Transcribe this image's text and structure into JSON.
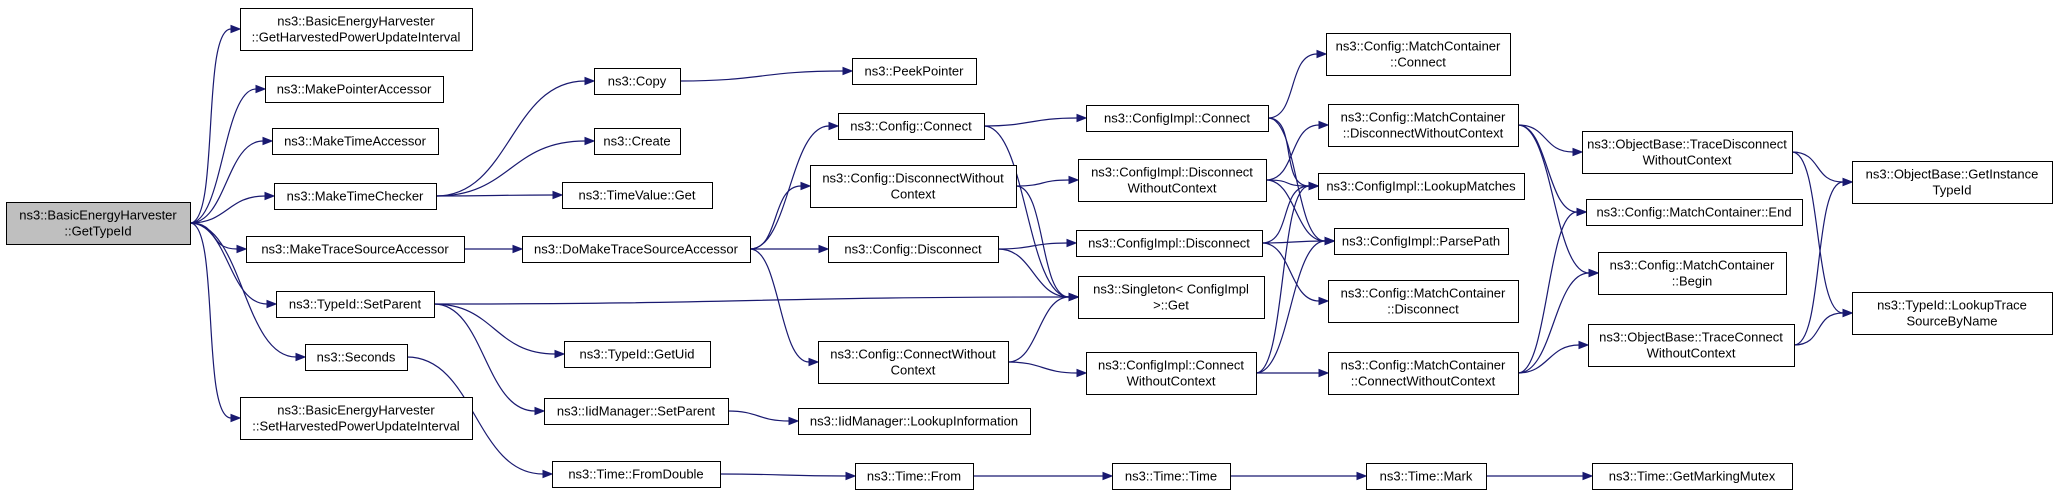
{
  "colors": {
    "edge": "#191970",
    "node_fill": "#ffffff",
    "root_fill": "#bfbfbf",
    "border": "#000000"
  },
  "nodes": [
    {
      "id": "root",
      "lines": [
        "ns3::BasicEnergyHarvester",
        "::GetTypeId"
      ],
      "root": true
    },
    {
      "id": "getHarvestedInterval",
      "lines": [
        "ns3::BasicEnergyHarvester",
        "::GetHarvestedPowerUpdateInterval"
      ]
    },
    {
      "id": "makePointerAccessor",
      "lines": [
        "ns3::MakePointerAccessor"
      ]
    },
    {
      "id": "makeTimeAccessor",
      "lines": [
        "ns3::MakeTimeAccessor"
      ]
    },
    {
      "id": "makeTimeChecker",
      "lines": [
        "ns3::MakeTimeChecker"
      ]
    },
    {
      "id": "makeTraceSourceAccessor",
      "lines": [
        "ns3::MakeTraceSourceAccessor"
      ]
    },
    {
      "id": "typeIdSetParent",
      "lines": [
        "ns3::TypeId::SetParent"
      ]
    },
    {
      "id": "seconds",
      "lines": [
        "ns3::Seconds"
      ]
    },
    {
      "id": "setHarvestedInterval",
      "lines": [
        "ns3::BasicEnergyHarvester",
        "::SetHarvestedPowerUpdateInterval"
      ]
    },
    {
      "id": "copy",
      "lines": [
        "ns3::Copy"
      ]
    },
    {
      "id": "create",
      "lines": [
        "ns3::Create"
      ]
    },
    {
      "id": "timeValueGet",
      "lines": [
        "ns3::TimeValue::Get"
      ]
    },
    {
      "id": "doMakeTraceSourceAccessor",
      "lines": [
        "ns3::DoMakeTraceSourceAccessor"
      ]
    },
    {
      "id": "typeIdGetUid",
      "lines": [
        "ns3::TypeId::GetUid"
      ]
    },
    {
      "id": "iidManagerSetParent",
      "lines": [
        "ns3::IidManager::SetParent"
      ]
    },
    {
      "id": "timeFromDouble",
      "lines": [
        "ns3::Time::FromDouble"
      ]
    },
    {
      "id": "peekPointer",
      "lines": [
        "ns3::PeekPointer"
      ]
    },
    {
      "id": "configConnect",
      "lines": [
        "ns3::Config::Connect"
      ]
    },
    {
      "id": "configDisconnectWithoutContext",
      "lines": [
        "ns3::Config::DisconnectWithout",
        "Context"
      ]
    },
    {
      "id": "configDisconnect",
      "lines": [
        "ns3::Config::Disconnect"
      ]
    },
    {
      "id": "configConnectWithoutContext",
      "lines": [
        "ns3::Config::ConnectWithout",
        "Context"
      ]
    },
    {
      "id": "iidManagerLookupInformation",
      "lines": [
        "ns3::IidManager::LookupInformation"
      ]
    },
    {
      "id": "timeFrom",
      "lines": [
        "ns3::Time::From"
      ]
    },
    {
      "id": "implConnect",
      "lines": [
        "ns3::ConfigImpl::Connect"
      ]
    },
    {
      "id": "implDisconnectWithoutContext",
      "lines": [
        "ns3::ConfigImpl::Disconnect",
        "WithoutContext"
      ]
    },
    {
      "id": "implDisconnect",
      "lines": [
        "ns3::ConfigImpl::Disconnect"
      ]
    },
    {
      "id": "singletonGet",
      "lines": [
        "ns3::Singleton< ConfigImpl",
        " >::Get"
      ]
    },
    {
      "id": "implConnectWithoutContext",
      "lines": [
        "ns3::ConfigImpl::Connect",
        "WithoutContext"
      ]
    },
    {
      "id": "timeTime",
      "lines": [
        "ns3::Time::Time"
      ]
    },
    {
      "id": "mcConnect",
      "lines": [
        "ns3::Config::MatchContainer",
        "::Connect"
      ]
    },
    {
      "id": "mcDisconnectWithoutContext",
      "lines": [
        "ns3::Config::MatchContainer",
        "::DisconnectWithoutContext"
      ]
    },
    {
      "id": "implLookupMatches",
      "lines": [
        "ns3::ConfigImpl::LookupMatches"
      ]
    },
    {
      "id": "implParsePath",
      "lines": [
        "ns3::ConfigImpl::ParsePath"
      ]
    },
    {
      "id": "mcDisconnect",
      "lines": [
        "ns3::Config::MatchContainer",
        "::Disconnect"
      ]
    },
    {
      "id": "mcConnectWithoutContext",
      "lines": [
        "ns3::Config::MatchContainer",
        "::ConnectWithoutContext"
      ]
    },
    {
      "id": "timeMark",
      "lines": [
        "ns3::Time::Mark"
      ]
    },
    {
      "id": "obTraceDisconnectWithoutContext",
      "lines": [
        "ns3::ObjectBase::TraceDisconnect",
        "WithoutContext"
      ]
    },
    {
      "id": "mcEnd",
      "lines": [
        "ns3::Config::MatchContainer::End"
      ]
    },
    {
      "id": "mcBegin",
      "lines": [
        "ns3::Config::MatchContainer",
        "::Begin"
      ]
    },
    {
      "id": "obTraceConnectWithoutContext",
      "lines": [
        "ns3::ObjectBase::TraceConnect",
        "WithoutContext"
      ]
    },
    {
      "id": "timeGetMarkingMutex",
      "lines": [
        "ns3::Time::GetMarkingMutex"
      ]
    },
    {
      "id": "obGetInstanceTypeId",
      "lines": [
        "ns3::ObjectBase::GetInstance",
        "TypeId"
      ]
    },
    {
      "id": "typeIdLookupTraceSourceByName",
      "lines": [
        "ns3::TypeId::LookupTrace",
        "SourceByName"
      ]
    }
  ],
  "edges": [
    [
      "root",
      "getHarvestedInterval"
    ],
    [
      "root",
      "makePointerAccessor"
    ],
    [
      "root",
      "makeTimeAccessor"
    ],
    [
      "root",
      "makeTimeChecker"
    ],
    [
      "root",
      "makeTraceSourceAccessor"
    ],
    [
      "root",
      "typeIdSetParent"
    ],
    [
      "root",
      "seconds"
    ],
    [
      "root",
      "setHarvestedInterval"
    ],
    [
      "makeTimeChecker",
      "copy"
    ],
    [
      "makeTimeChecker",
      "create"
    ],
    [
      "makeTimeChecker",
      "timeValueGet"
    ],
    [
      "copy",
      "peekPointer"
    ],
    [
      "makeTraceSourceAccessor",
      "doMakeTraceSourceAccessor"
    ],
    [
      "doMakeTraceSourceAccessor",
      "configConnect"
    ],
    [
      "doMakeTraceSourceAccessor",
      "configDisconnectWithoutContext"
    ],
    [
      "doMakeTraceSourceAccessor",
      "configDisconnect"
    ],
    [
      "doMakeTraceSourceAccessor",
      "configConnectWithoutContext"
    ],
    [
      "typeIdSetParent",
      "singletonGet"
    ],
    [
      "typeIdSetParent",
      "typeIdGetUid"
    ],
    [
      "typeIdSetParent",
      "iidManagerSetParent"
    ],
    [
      "seconds",
      "timeFromDouble"
    ],
    [
      "iidManagerSetParent",
      "iidManagerLookupInformation"
    ],
    [
      "timeFromDouble",
      "timeFrom"
    ],
    [
      "timeFrom",
      "timeTime"
    ],
    [
      "timeTime",
      "timeMark"
    ],
    [
      "timeMark",
      "timeGetMarkingMutex"
    ],
    [
      "configConnect",
      "implConnect"
    ],
    [
      "configConnect",
      "singletonGet"
    ],
    [
      "configDisconnectWithoutContext",
      "implDisconnectWithoutContext"
    ],
    [
      "configDisconnectWithoutContext",
      "singletonGet"
    ],
    [
      "configDisconnect",
      "implDisconnect"
    ],
    [
      "configDisconnect",
      "singletonGet"
    ],
    [
      "configConnectWithoutContext",
      "implConnectWithoutContext"
    ],
    [
      "configConnectWithoutContext",
      "singletonGet"
    ],
    [
      "implConnect",
      "mcConnect"
    ],
    [
      "implConnect",
      "implLookupMatches"
    ],
    [
      "implConnect",
      "implParsePath"
    ],
    [
      "implDisconnectWithoutContext",
      "mcDisconnectWithoutContext"
    ],
    [
      "implDisconnectWithoutContext",
      "implLookupMatches"
    ],
    [
      "implDisconnectWithoutContext",
      "implParsePath"
    ],
    [
      "implDisconnect",
      "implLookupMatches"
    ],
    [
      "implDisconnect",
      "implParsePath"
    ],
    [
      "implDisconnect",
      "mcDisconnect"
    ],
    [
      "implConnectWithoutContext",
      "implLookupMatches"
    ],
    [
      "implConnectWithoutContext",
      "implParsePath"
    ],
    [
      "implConnectWithoutContext",
      "mcConnectWithoutContext"
    ],
    [
      "mcDisconnectWithoutContext",
      "obTraceDisconnectWithoutContext"
    ],
    [
      "mcDisconnectWithoutContext",
      "mcEnd"
    ],
    [
      "mcDisconnectWithoutContext",
      "mcBegin"
    ],
    [
      "mcConnectWithoutContext",
      "mcEnd"
    ],
    [
      "mcConnectWithoutContext",
      "mcBegin"
    ],
    [
      "mcConnectWithoutContext",
      "obTraceConnectWithoutContext"
    ],
    [
      "obTraceDisconnectWithoutContext",
      "obGetInstanceTypeId"
    ],
    [
      "obTraceDisconnectWithoutContext",
      "typeIdLookupTraceSourceByName"
    ],
    [
      "obTraceConnectWithoutContext",
      "obGetInstanceTypeId"
    ],
    [
      "obTraceConnectWithoutContext",
      "typeIdLookupTraceSourceByName"
    ]
  ]
}
